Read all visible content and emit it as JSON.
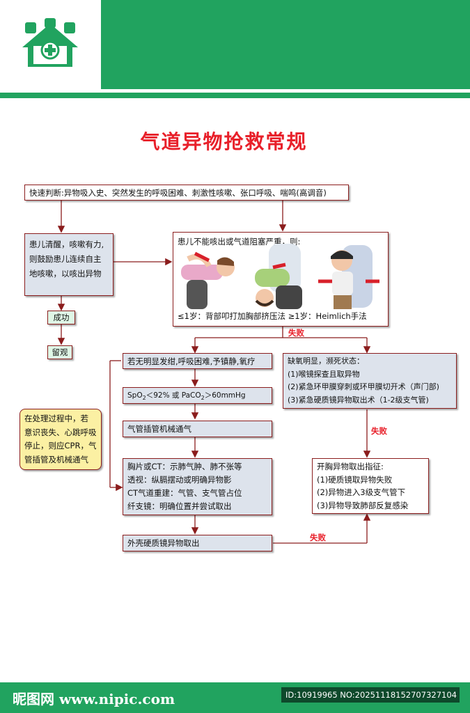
{
  "header": {
    "logo_icon": "hospital-house-icon",
    "accent": "#21a35f"
  },
  "title": "气道异物抢救常规",
  "boxes": {
    "assess": "快速判断:异物吸入史、突然发生的呼吸困难、刺激性咳嗽、张口呼吸、喘鸣(高调音)",
    "conscious": [
      "患儿清醒，咳嗽有力,",
      "则鼓励患儿连续自主",
      "地咳嗽，以咳出异物"
    ],
    "success": "成功",
    "observe": "留观",
    "severe_title": "患儿不能咳出或气道阻塞严重，则:",
    "severe_caption": "≤1岁：背部叩打加胸部挤压法 ≥1岁：Heimlich手法",
    "no_cyanosis": "若无明显发绀,呼吸困难,予镇静,氧疗",
    "spo2": [
      "SpO",
      "2",
      "＜92% 或 PaCO",
      "2",
      "＞60mmHg"
    ],
    "intubation": "气管插管机械通气",
    "imaging": [
      "胸片或CT：示肺气肿、肺不张等",
      "透视：纵膈摆动或明确异物影",
      "CT气道重建：气管、支气管占位",
      "纤支镜：明确位置并尝试取出"
    ],
    "rigid": "外壳硬质镜异物取出",
    "hypoxia": [
      "缺氧明显，濒死状态：",
      "(1)喉镜探查且取异物",
      "(2)紧急环甲膜穿刺或环甲膜切开术（声门部)",
      "(3)紧急硬质镜异物取出术（1-2级支气管)"
    ],
    "thoracotomy": [
      "开胸异物取出指征:",
      "(1)硬质镜取异物失败",
      "(2)异物进入3级支气管下",
      "(3)异物导致肺部反复感染"
    ],
    "note": [
      "在处理过程中，若",
      "意识丧失、心跳呼吸",
      "停止，则应CPR，气",
      "管插管及机械通气"
    ]
  },
  "fail_label": "失败",
  "footer": {
    "site": "昵图网 www.nipic.com",
    "id": "ID:10919965 NO:20251118152707327104"
  }
}
